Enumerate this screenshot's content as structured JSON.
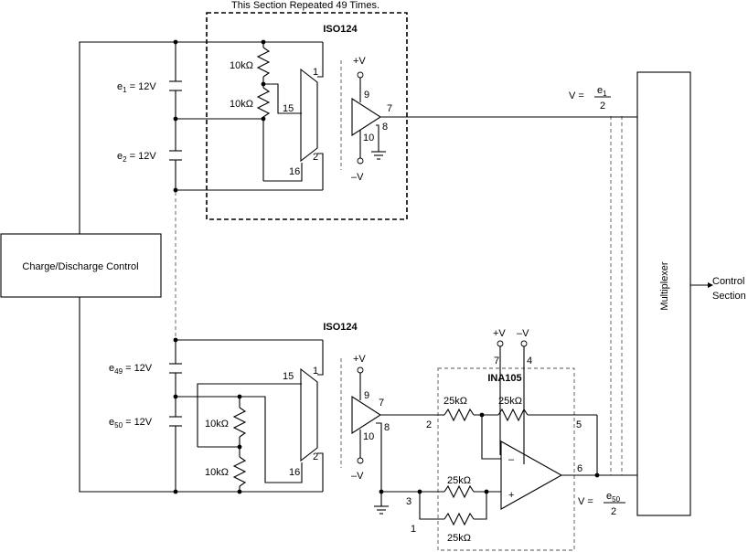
{
  "header": {
    "repeat_note": "This Section Repeated 49 Times."
  },
  "iso_top": {
    "title": "ISO124",
    "r1": "10kΩ",
    "r2": "10kΩ",
    "pin1": "1",
    "pin2": "2",
    "pin15": "15",
    "pin16": "16",
    "pin7": "7",
    "pin8": "8",
    "pin9": "9",
    "pin10": "10",
    "vpos": "+V",
    "vneg": "–V"
  },
  "iso_bottom": {
    "title": "ISO124",
    "r1": "10kΩ",
    "r2": "10kΩ",
    "pin1": "1",
    "pin2": "2",
    "pin15": "15",
    "pin16": "16",
    "pin7": "7",
    "pin8": "8",
    "pin9": "9",
    "pin10": "10",
    "vpos": "+V",
    "vneg": "–V"
  },
  "cells": {
    "e1": {
      "sym": "e",
      "sub": "1",
      "val": " = 12V"
    },
    "e2": {
      "sym": "e",
      "sub": "2",
      "val": " = 12V"
    },
    "e49": {
      "sym": "e",
      "sub": "49",
      "val": " = 12V"
    },
    "e50": {
      "sym": "e",
      "sub": "50",
      "val": " = 12V"
    }
  },
  "charge_control": {
    "label": "Charge/Discharge Control"
  },
  "multiplexer": {
    "label": "Multiplexer"
  },
  "outputs": {
    "top": {
      "lhs": "V = ",
      "num_sym": "e",
      "num_sub": "1",
      "den": "2"
    },
    "bottom": {
      "lhs": "V = ",
      "num_sym": "e",
      "num_sub": "50",
      "den": "2"
    }
  },
  "ina": {
    "title": "INA105",
    "r_top_left": "25kΩ",
    "r_top_right": "25kΩ",
    "r_mid": "25kΩ",
    "r_bottom": "25kΩ",
    "pin1": "1",
    "pin2": "2",
    "pin3": "3",
    "pin4": "4",
    "pin5": "5",
    "pin6": "6",
    "pin7": "7",
    "supply_pos": "+V",
    "supply_neg": "–V",
    "minus": "–",
    "plus": "+"
  },
  "control_section": {
    "line1": "Control",
    "line2": "Section"
  }
}
